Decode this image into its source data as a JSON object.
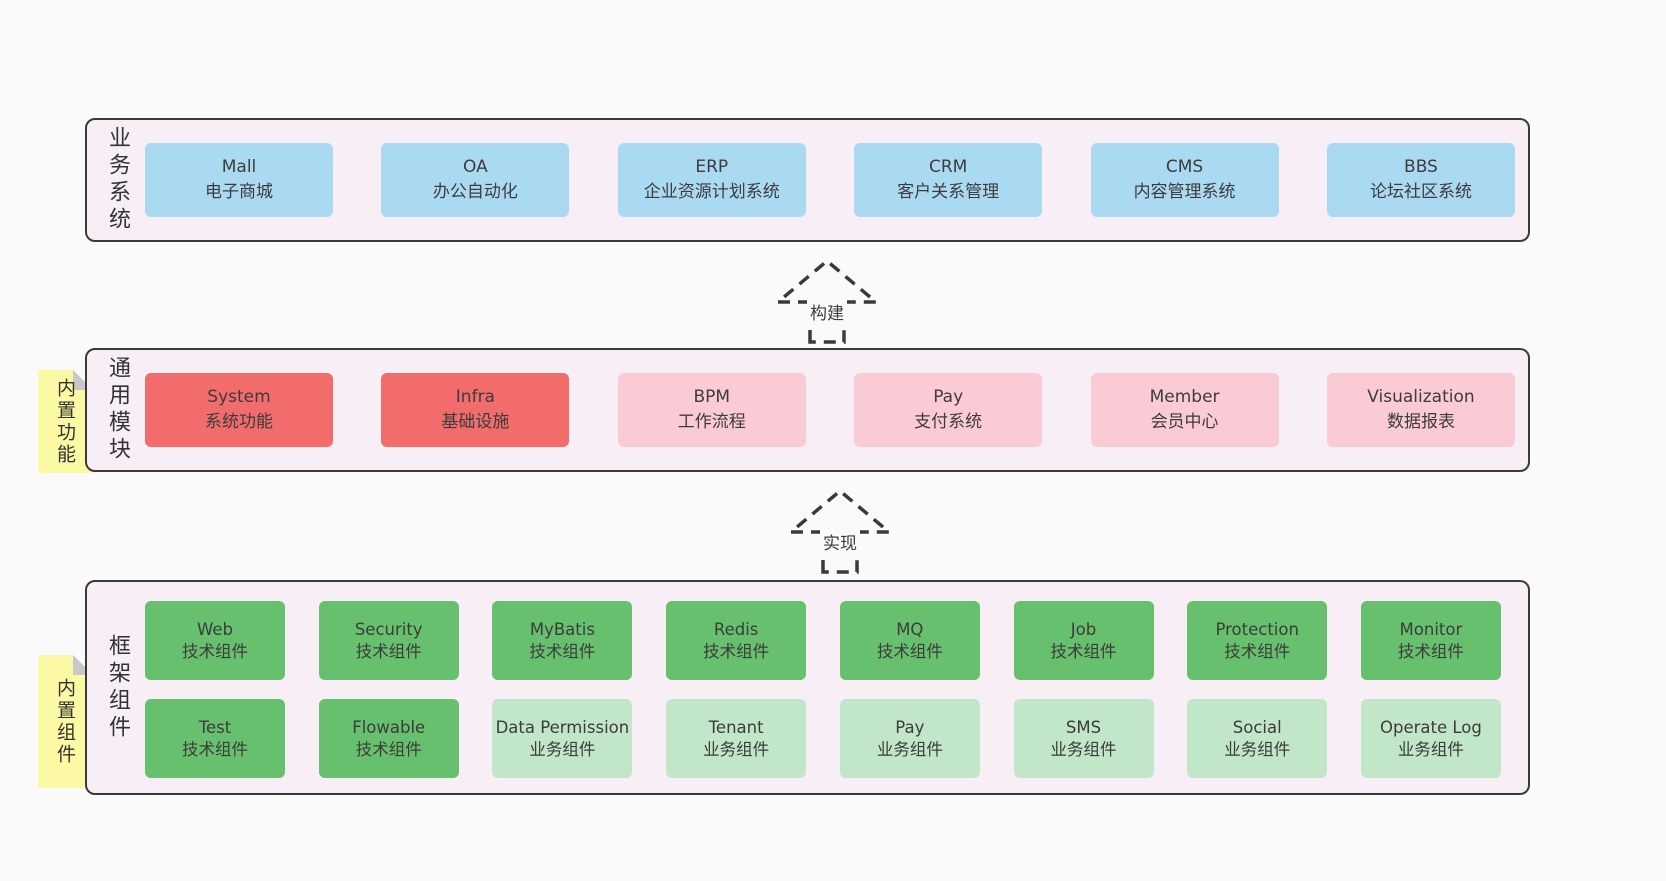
{
  "colors": {
    "page_bg": "#fafafa",
    "band_bg": "#f8eef6",
    "band_border": "#3a3a3a",
    "blue_box": "#aadaf2",
    "red_box": "#f26c6c",
    "pink_box": "#fbcbd5",
    "green_box": "#67c06d",
    "light_green_box": "#c2e6c8",
    "note_yellow": "#fbf9a3",
    "note_fold_gray": "#c8c8c8",
    "text": "#3c3c3c"
  },
  "arrows": [
    {
      "label": "构建"
    },
    {
      "label": "实现"
    }
  ],
  "bands": [
    {
      "label": "业务系统",
      "boxes": [
        {
          "title": "Mall",
          "subtitle": "电子商城"
        },
        {
          "title": "OA",
          "subtitle": "办公自动化"
        },
        {
          "title": "ERP",
          "subtitle": "企业资源计划系统"
        },
        {
          "title": "CRM",
          "subtitle": "客户关系管理"
        },
        {
          "title": "CMS",
          "subtitle": "内容管理系统"
        },
        {
          "title": "BBS",
          "subtitle": "论坛社区系统"
        }
      ]
    },
    {
      "label": "通用模块",
      "note": "内置功能",
      "boxes": [
        {
          "title": "System",
          "subtitle": "系统功能"
        },
        {
          "title": "Infra",
          "subtitle": "基础设施"
        },
        {
          "title": "BPM",
          "subtitle": "工作流程"
        },
        {
          "title": "Pay",
          "subtitle": "支付系统"
        },
        {
          "title": "Member",
          "subtitle": "会员中心"
        },
        {
          "title": "Visualization",
          "subtitle": "数据报表"
        }
      ]
    },
    {
      "label": "框架组件",
      "note": "内置组件",
      "rows": [
        [
          {
            "title": "Web",
            "subtitle": "技术组件"
          },
          {
            "title": "Security",
            "subtitle": "技术组件"
          },
          {
            "title": "MyBatis",
            "subtitle": "技术组件"
          },
          {
            "title": "Redis",
            "subtitle": "技术组件"
          },
          {
            "title": "MQ",
            "subtitle": "技术组件"
          },
          {
            "title": "Job",
            "subtitle": "技术组件"
          },
          {
            "title": "Protection",
            "subtitle": "技术组件"
          },
          {
            "title": "Monitor",
            "subtitle": "技术组件"
          }
        ],
        [
          {
            "title": "Test",
            "subtitle": "技术组件"
          },
          {
            "title": "Flowable",
            "subtitle": "技术组件"
          },
          {
            "title": "Data Permission",
            "subtitle": "业务组件"
          },
          {
            "title": "Tenant",
            "subtitle": "业务组件"
          },
          {
            "title": "Pay",
            "subtitle": "业务组件"
          },
          {
            "title": "SMS",
            "subtitle": "业务组件"
          },
          {
            "title": "Social",
            "subtitle": "业务组件"
          },
          {
            "title": "Operate Log",
            "subtitle": "业务组件"
          }
        ]
      ]
    }
  ]
}
